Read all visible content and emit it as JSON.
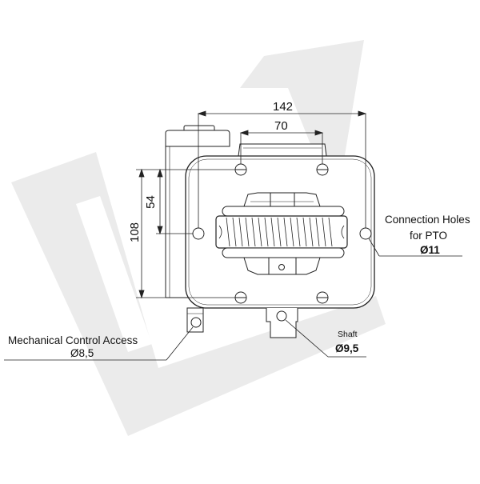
{
  "dimensions": {
    "overall_width": "142",
    "inner_width": "70",
    "overall_height": "108",
    "hole_spacing": "54"
  },
  "callouts": {
    "connection_holes_line1": "Connection Holes",
    "connection_holes_line2": "for PTO",
    "connection_holes_diameter": "Ø11",
    "mechanical_control_label": "Mechanical Control Access",
    "mechanical_control_diameter": "Ø8,5",
    "shaft_label": "Shaft",
    "shaft_diameter": "Ø9,5"
  },
  "colors": {
    "watermark": "#ebebeb",
    "line": "#222222",
    "background": "#ffffff"
  }
}
